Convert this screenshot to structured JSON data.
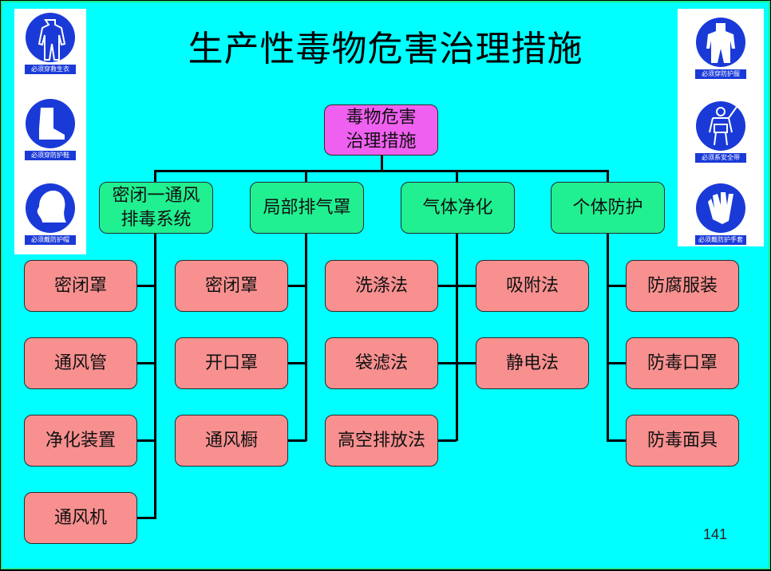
{
  "title": "生产性毒物危害治理措施",
  "root": "毒物危害\n治理措施",
  "branches": [
    {
      "label": "密闭一通风\n排毒系统",
      "items": [
        "密闭罩",
        "通风管",
        "净化装置",
        "通风机"
      ]
    },
    {
      "label": "局部排气罩",
      "items": [
        "密闭罩",
        "开口罩",
        "通风橱"
      ]
    },
    {
      "label": "气体净化",
      "items": [
        "洗涤法",
        "袋滤法",
        "高空排放法"
      ],
      "items_right": [
        "吸附法",
        "静电法"
      ]
    },
    {
      "label": "个体防护",
      "items": [
        "防腐服装",
        "防毒口罩",
        "防毒面具"
      ]
    }
  ],
  "signs_left": [
    {
      "icon": "protective-clothing-icon",
      "label": "必须穿救生衣"
    },
    {
      "icon": "protective-boots-icon",
      "label": "必须穿防护鞋"
    },
    {
      "icon": "protective-cap-icon",
      "label": "必须戴防护帽"
    }
  ],
  "signs_right": [
    {
      "icon": "protective-suit-icon",
      "label": "必须穿防护服"
    },
    {
      "icon": "safety-harness-icon",
      "label": "必须系安全带"
    },
    {
      "icon": "protective-gloves-icon",
      "label": "必须戴防护手套"
    }
  ],
  "page_number": "141",
  "colors": {
    "background": "#00FFFF",
    "root": "#F060F0",
    "level2": "#20F090",
    "leaf": "#F89090",
    "sign_blue": "#1a3ad8"
  }
}
